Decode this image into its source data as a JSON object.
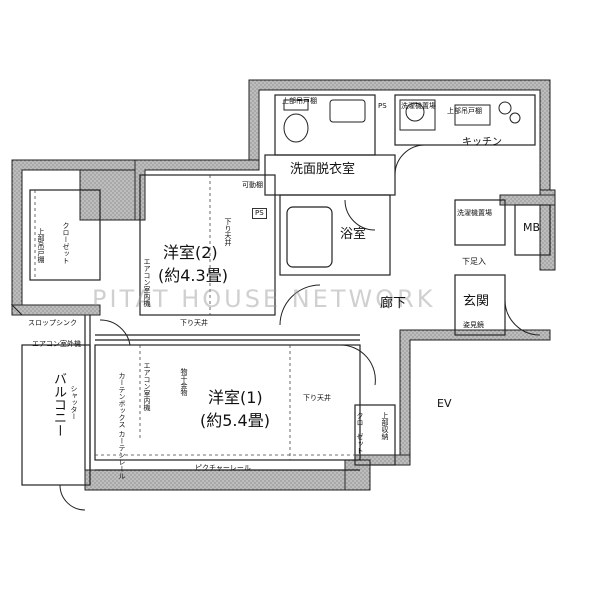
{
  "rooms": {
    "western_2_name": "洋室(2)",
    "western_2_size": "(約4.3畳)",
    "western_1_name": "洋室(1)",
    "western_1_size": "(約5.4畳)",
    "washroom": "洗面脱衣室",
    "bath": "浴室",
    "kitchen": "キッチン",
    "corridor": "廊下",
    "entrance": "玄関",
    "balcony": "バルコニー",
    "mb": "MB",
    "ev": "EV"
  },
  "labels": {
    "closet_left": "クローゼット",
    "closet_right": "クローゼット",
    "upper_shelf_left": "上部吊戸棚",
    "upper_shelf_right": "上部収納",
    "upper_toilet_shelf": "上部吊戸棚",
    "washer_space": "洗濯機置場",
    "upper_kitchen_shelf": "上部吊戸棚",
    "washer_space_2": "洗濯機置場",
    "ps_top": "PS",
    "ps_mid": "PS",
    "movable_shelf": "可動棚",
    "lowered_ceiling_1": "下り天井",
    "lowered_ceiling_2": "下り天井",
    "lowered_ceiling_3": "下り天井",
    "wall_hanging_2": "エアコン室内機",
    "wall_hanging_1": "エアコン室内機",
    "clothes_pole": "物干金物",
    "curtain_box": "カーテンボックス カーテンレール",
    "picture_rail": "ピクチャーレール",
    "aircon_outdoor": "エアコン室外機",
    "shoe_cabinet": "下足入",
    "shoe_box": "姿見鏡",
    "shutter": "シャッター",
    "slop_sink": "スロップシンク"
  },
  "watermark": "PITAT HOUSE NETWORK"
}
